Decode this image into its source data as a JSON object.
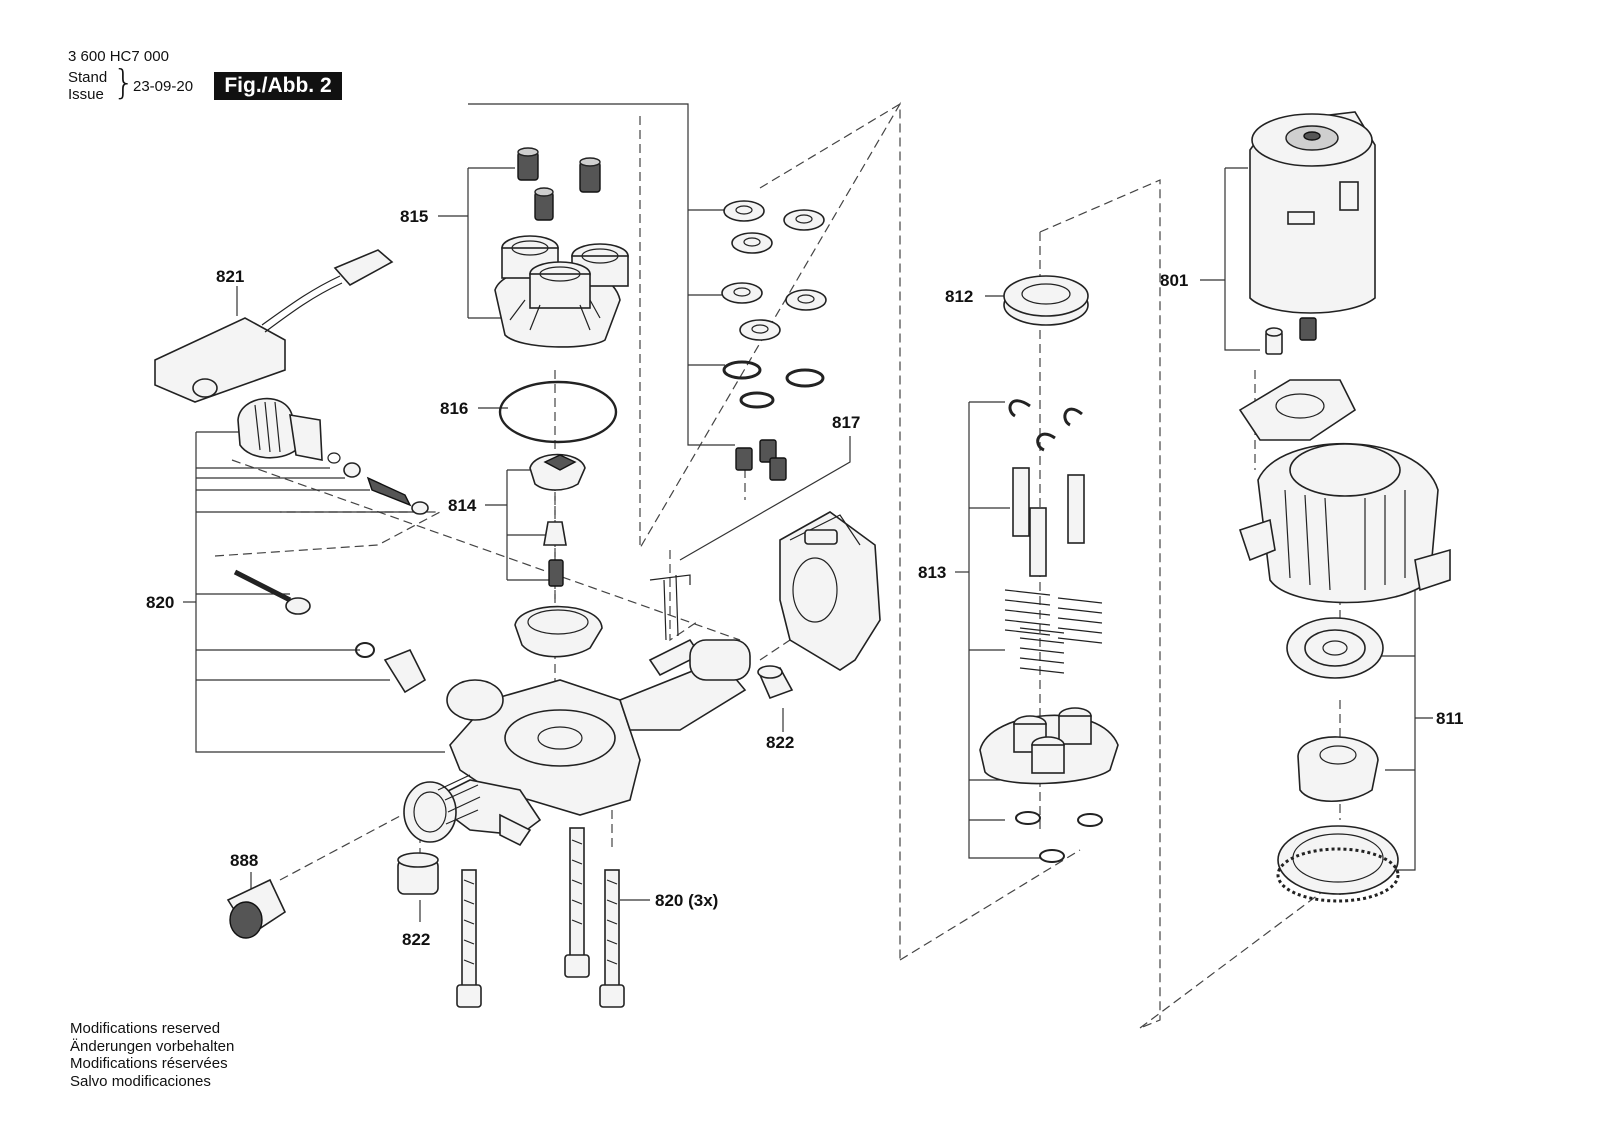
{
  "header": {
    "part_number": "3 600 HC7 000",
    "stand_label": "Stand",
    "issue_label": "Issue",
    "date": "23-09-20",
    "figure_label": "Fig./Abb. 2"
  },
  "callouts": {
    "c801": "801",
    "c811": "811",
    "c812": "812",
    "c813": "813",
    "c814": "814",
    "c815": "815",
    "c816": "816",
    "c817": "817",
    "c820": "820",
    "c820_3x": "820 (3x)",
    "c821": "821",
    "c822_top": "822",
    "c822_bottom": "822",
    "c888": "888"
  },
  "footer": {
    "line_en": "Modifications reserved",
    "line_de": "Änderungen vorbehalten",
    "line_fr": "Modifications réservées",
    "line_es": "Salvo modificaciones"
  }
}
